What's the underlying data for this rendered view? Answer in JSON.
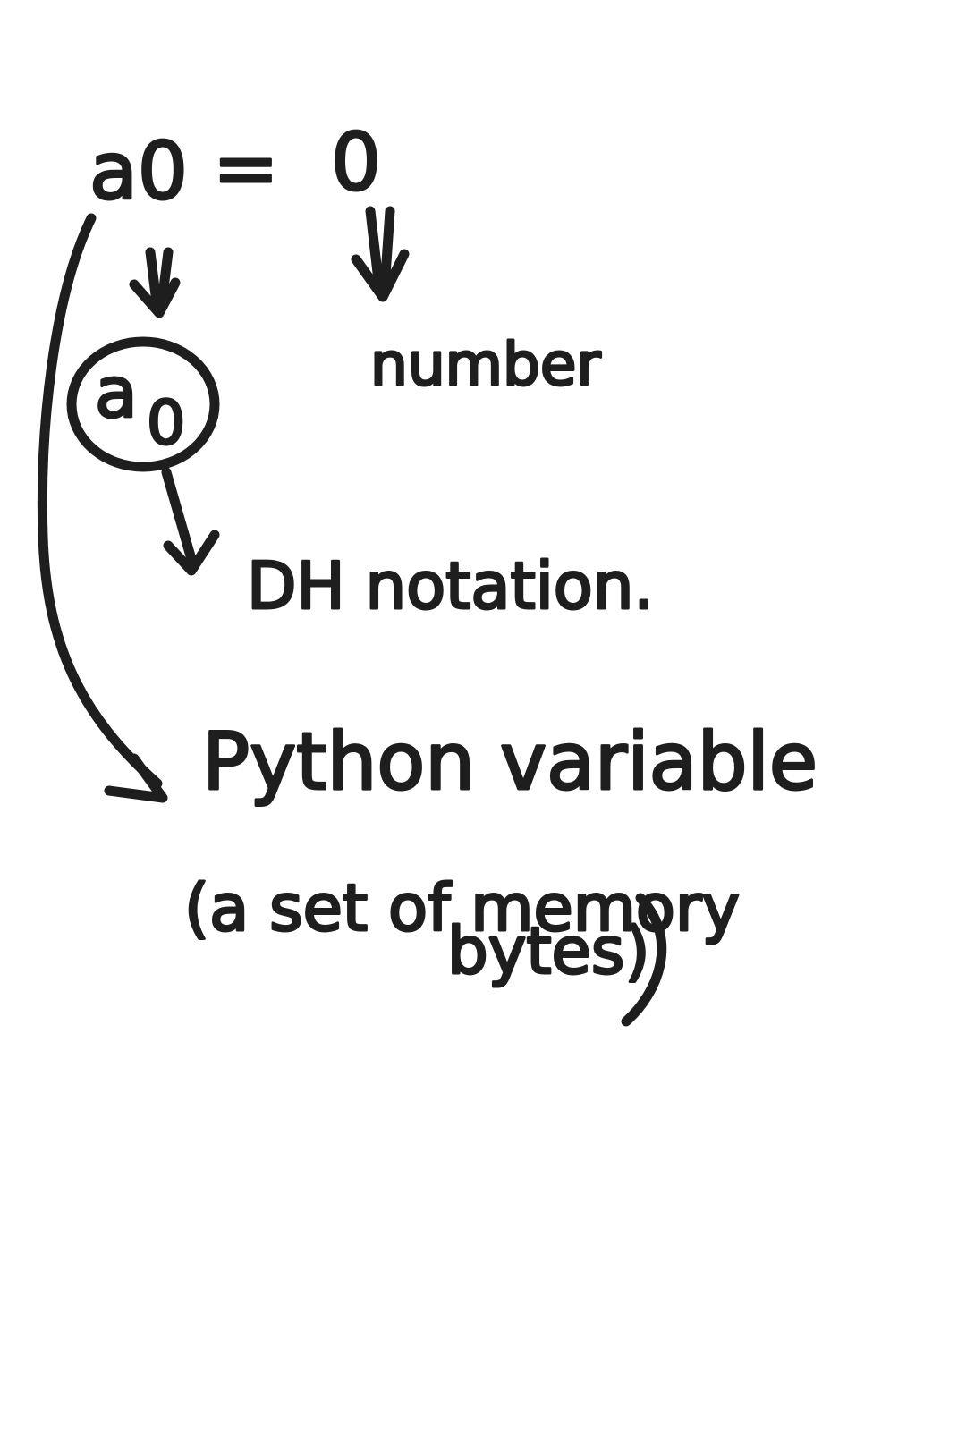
{
  "diagram": {
    "expression": {
      "lhs": "a0",
      "equals": "=",
      "rhs": "0"
    },
    "subscript_symbol": {
      "base": "a",
      "subscript": "0"
    },
    "labels": {
      "number": "number",
      "dh_notation": "DH notation.",
      "python_variable": "Python variable",
      "memory_line1": "(a set of memory",
      "memory_line2": "bytes)"
    },
    "ink_color": "#1e1e1e",
    "background_color": "#ffffff"
  }
}
